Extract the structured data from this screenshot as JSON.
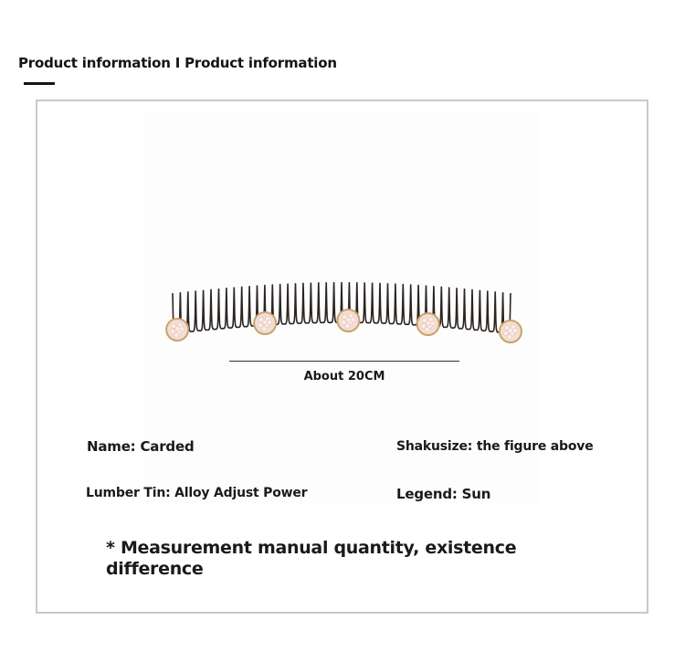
{
  "header": {
    "title": "Product information I Product information"
  },
  "figure": {
    "measure_label": "About 20CM"
  },
  "specs": {
    "name": "Name: Carded",
    "size": "Shakusize: the figure above",
    "material": "Lumber Tin: Alloy Adjust Power",
    "legend": "Legend: Sun"
  },
  "note": {
    "text": "* Measurement manual quantity, existence difference"
  },
  "colors": {
    "frame_border": "#cfc8c2",
    "text": "#1a1a1a",
    "pearl": "#f3ddd6",
    "gold": "#c9a46a"
  }
}
